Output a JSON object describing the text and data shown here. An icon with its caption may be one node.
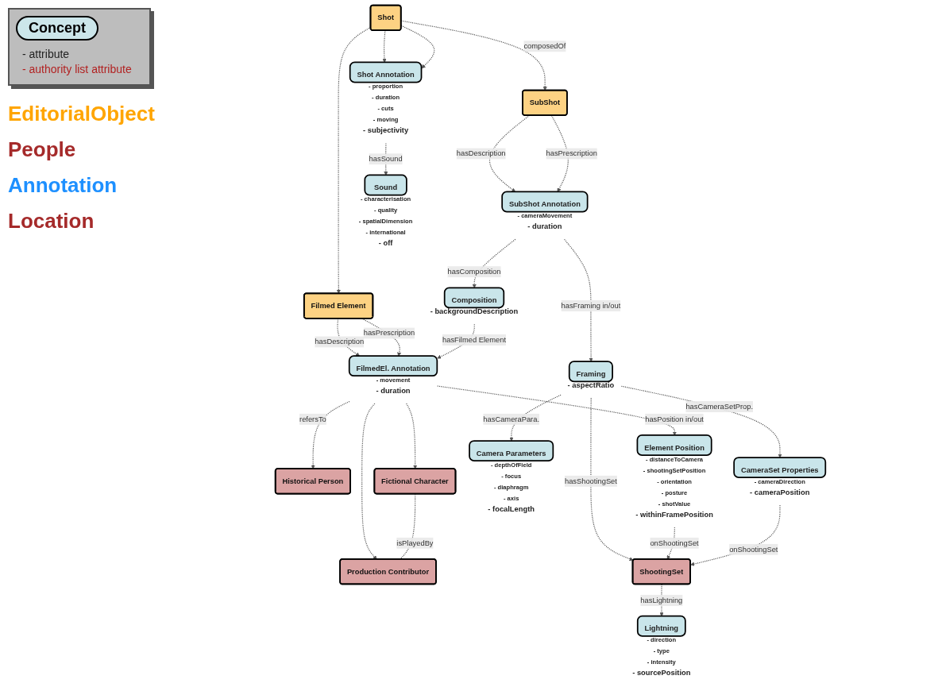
{
  "diagram": {
    "nodes": [
      {
        "text": [
          "Shot"
        ]
      },
      {
        "text": [
          "SubShot"
        ]
      },
      {
        "text": [
          "Filmed Element"
        ]
      },
      {
        "text": [
          "Historical Person"
        ]
      },
      {
        "text": [
          "Shot Annotation"
        ],
        "beside": [
          "- proportion",
          "- duration",
          "- cuts",
          "- moving",
          "- subjectivity"
        ]
      },
      {
        "text": [
          "SubShot Annotation"
        ],
        "beside": [
          "- cameraMovement",
          "- duration"
        ]
      },
      {
        "text": [
          "FilmedEl. Annotation"
        ],
        "beside": [
          "- movement",
          "- duration"
        ]
      },
      {
        "text": [
          "Fictional Character"
        ]
      },
      {
        "text": [
          "Production Contributor"
        ]
      },
      {
        "text": [
          "Sound"
        ],
        "beside": [
          "- characterisation",
          "- quality",
          "- spatialDimension",
          "- international",
          "- off"
        ]
      },
      {
        "text": [
          "Framing"
        ],
        "beside": [
          "- aspectRatio"
        ]
      },
      {
        "text": [
          "Composition"
        ],
        "beside": [
          "- backgroundDescription"
        ]
      },
      {
        "text": [
          "Element Position"
        ],
        "beside": [
          "- distanceToCamera",
          "- shootingSetPosition",
          "- orientation",
          "- posture",
          "- shotValue",
          "- withinFramePosition"
        ]
      },
      {
        "text": [
          "Camera Parameters"
        ],
        "beside": [
          "- depthOfField",
          "- focus",
          "- diaphragm",
          "- axis",
          "- focalLength"
        ]
      },
      {
        "text": [
          "CameraSet Properties"
        ],
        "beside": [
          "- cameraDirection",
          "- cameraPosition"
        ]
      },
      {
        "text": [
          "ShootingSet"
        ]
      },
      {
        "text": [
          "Lightning"
        ],
        "beside": [
          "- direction",
          "- type",
          "- intensity",
          "- sourcePosition"
        ]
      }
    ],
    "edges": [
      {
        "from": 0,
        "to": 1,
        "arrow": "to",
        "label": "composedOf"
      },
      {
        "from": 0,
        "to": 2,
        "arrow": "to"
      },
      {
        "from": 0,
        "to": 4,
        "arrow": "to"
      },
      {
        "from": 0,
        "to": 4,
        "arrow": "to"
      },
      {
        "from": 1,
        "to": 5,
        "arrow": "to",
        "label": "hasDescription"
      },
      {
        "from": 1,
        "to": 5,
        "arrow": "to",
        "label": "hasPrescription"
      },
      {
        "from": 2,
        "to": 6,
        "arrow": "to",
        "label": "hasDescription"
      },
      {
        "from": 2,
        "to": 6,
        "arrow": "to",
        "label": "hasPrescription"
      },
      {
        "from": 6,
        "to": 3,
        "arrow": "to",
        "label": "refersTo"
      },
      {
        "from": 6,
        "to": 7,
        "arrow": "to"
      },
      {
        "from": 6,
        "to": 8,
        "arrow": "to"
      },
      {
        "from": 7,
        "to": 8,
        "arrow": "none",
        "label": "isPlayedBy"
      },
      {
        "from": 4,
        "to": 9,
        "arrow": "to",
        "label": "hasSound"
      },
      {
        "from": 5,
        "to": 10,
        "arrow": "to",
        "label": "hasFraming in/out"
      },
      {
        "from": 5,
        "to": 11,
        "arrow": "to",
        "label": "hasComposition"
      },
      {
        "from": 11,
        "to": 6,
        "arrow": "to",
        "label": "hasFilmed Element"
      },
      {
        "from": 6,
        "to": 12,
        "arrow": "to",
        "label": "hasPosition in/out"
      },
      {
        "from": 10,
        "to": 13,
        "arrow": "to",
        "label": "hasCameraPara."
      },
      {
        "from": 10,
        "to": 14,
        "arrow": "to",
        "label": "hasCameraSetProp."
      },
      {
        "from": 10,
        "to": 15,
        "arrow": "to",
        "label": "hasShootingSet"
      },
      {
        "from": 12,
        "to": 15,
        "arrow": "to",
        "label": "onShootingSet"
      },
      {
        "from": 14,
        "to": 15,
        "arrow": "to",
        "label": "onShootingSet"
      },
      {
        "from": 15,
        "to": 16,
        "arrow": "to",
        "label": "hasLightning"
      }
    ],
    "labels": [
      "EditorialObject",
      "People",
      "Annotation",
      "Location"
    ],
    "legend": [
      {
        "text": "Concept"
      },
      {
        "text": "- attribute"
      },
      {
        "text": "- authority list attribute"
      }
    ]
  }
}
